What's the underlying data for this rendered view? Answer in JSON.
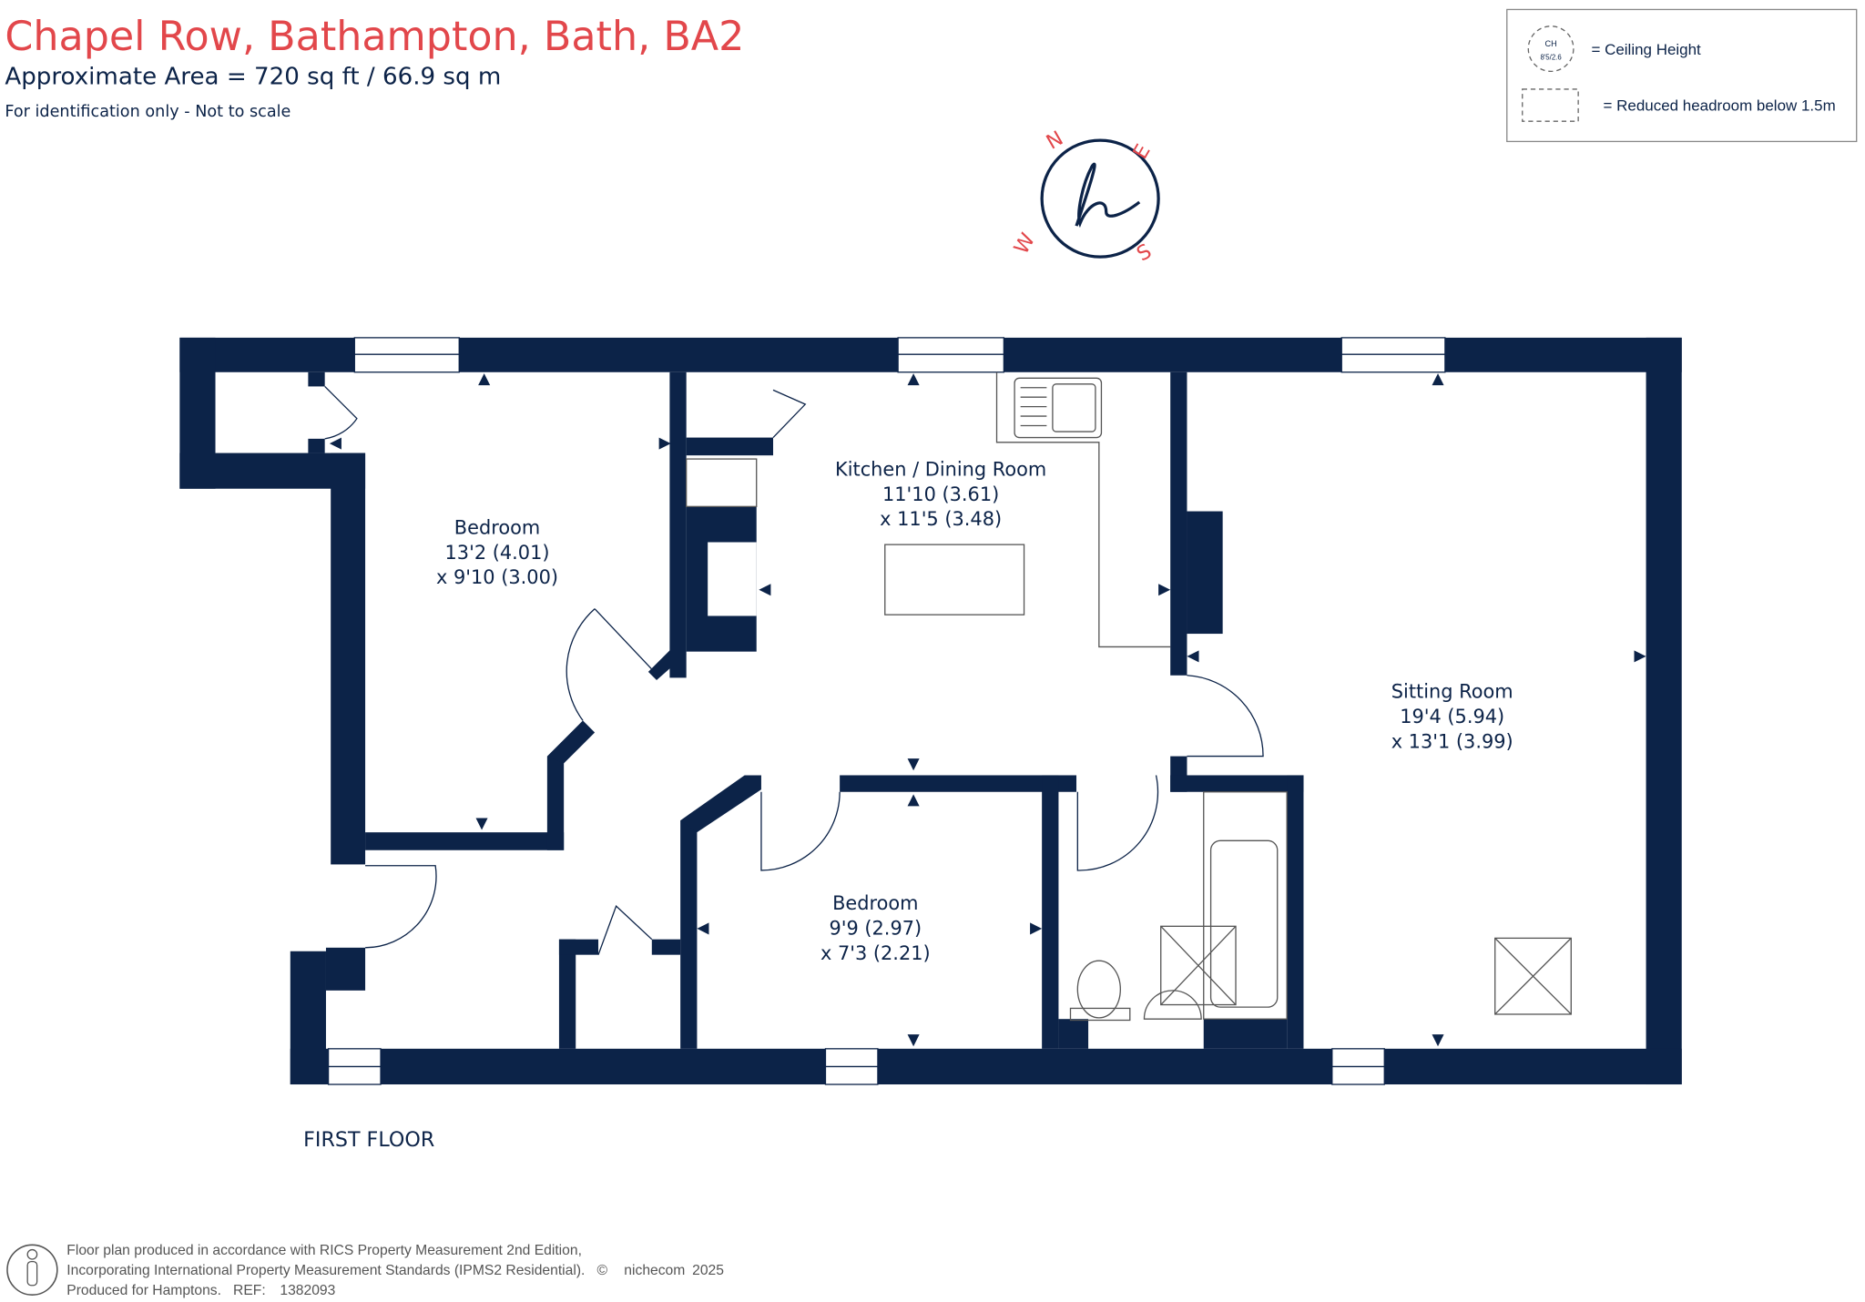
{
  "header": {
    "title": "Chapel Row, Bathampton, Bath, BA2",
    "area": "Approximate Area = 720  sq ft / 66.9  sq m",
    "disclaimer": "For identification only - Not to scale"
  },
  "legend": {
    "ch_symbol_top": "CH",
    "ch_symbol_bottom": "8'5/2.6",
    "ceiling_height": "= Ceiling Height",
    "reduced_headroom": "= Reduced headroom below 1.5m"
  },
  "compass": {
    "n": "N",
    "e": "E",
    "s": "S",
    "w": "W"
  },
  "rooms": [
    {
      "name": "Bedroom",
      "dim1": "13'2 (4.01)",
      "dim2": "x 9'10 (3.00)"
    },
    {
      "name": "Kitchen / Dining Room",
      "dim1": "11'10 (3.61)",
      "dim2": "x 11'5 (3.48)"
    },
    {
      "name": "Sitting Room",
      "dim1": "19'4 (5.94)",
      "dim2": "x 13'1 (3.99)"
    },
    {
      "name": "Bedroom",
      "dim1": "9'9 (2.97)",
      "dim2": "x 7'3 (2.21)"
    }
  ],
  "floor_label": "FIRST FLOOR",
  "footer": {
    "line1": "Floor plan produced in accordance with RICS Property Measurement 2nd Edition,",
    "line2": "Incorporating International Property Measurement Standards (IPMS2 Residential).",
    "copyright": "©",
    "brand": "nichecom",
    "year": "2025",
    "line3": "Produced for Hamptons.",
    "ref_label": "REF:",
    "ref": "1382093"
  },
  "colors": {
    "title": "#e2474b",
    "plan": "#0c2348",
    "compass_letters": "#e2474b"
  }
}
